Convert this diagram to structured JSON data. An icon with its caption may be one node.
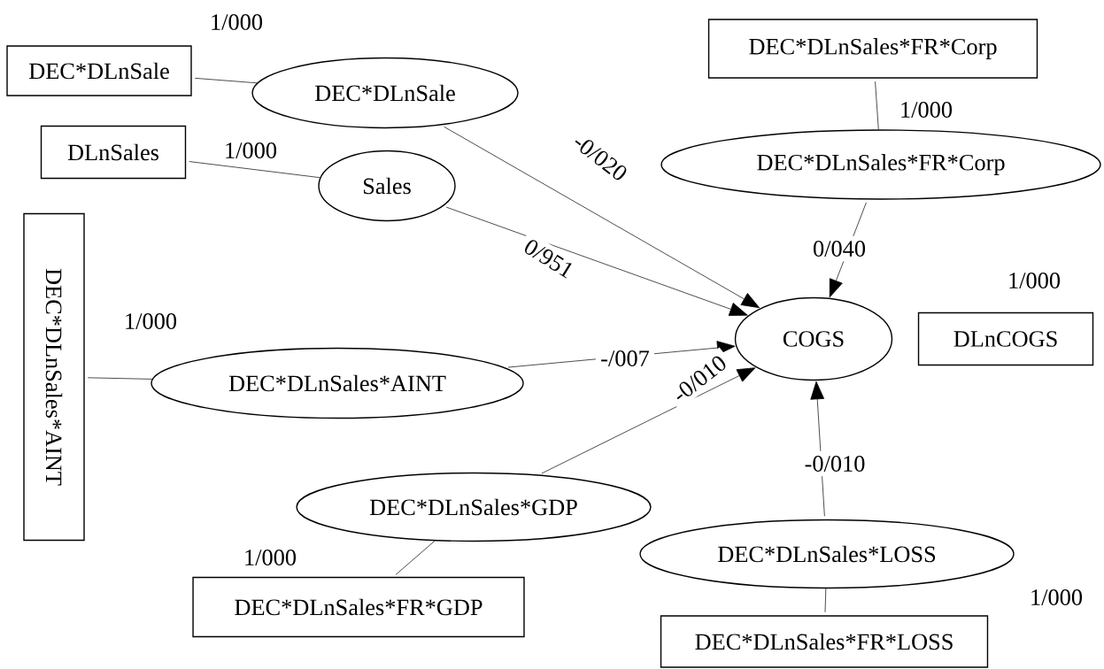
{
  "diagram": {
    "nodes": [
      {
        "text": [
          "DEC*DLnSale"
        ]
      },
      {
        "text": [
          "DEC*DLnSale"
        ]
      },
      {
        "text": [
          "DLnSales"
        ]
      },
      {
        "text": [
          "Sales"
        ]
      },
      {
        "text": [
          "DEC*DLnSales*AINT"
        ]
      },
      {
        "text": [
          "DEC*DLnSales*AINT"
        ]
      },
      {
        "text": [
          "DEC*DLnSales*FR*Corp"
        ]
      },
      {
        "text": [
          "DEC*DLnSales*FR*Corp"
        ]
      },
      {
        "text": [
          "COGS"
        ]
      },
      {
        "text": [
          "DLnCOGS"
        ]
      },
      {
        "text": [
          "DEC*DLnSales*GDP"
        ]
      },
      {
        "text": [
          "DEC*DLnSales*FR*GDP"
        ]
      },
      {
        "text": [
          "DEC*DLnSales*LOSS"
        ]
      },
      {
        "text": [
          "DEC*DLnSales*FR*LOSS"
        ]
      }
    ],
    "edges": [
      {
        "from": 0,
        "to": 1,
        "arrow": "none"
      },
      {
        "from": 2,
        "to": 3,
        "arrow": "none"
      },
      {
        "from": 4,
        "to": 5,
        "arrow": "none"
      },
      {
        "from": 6,
        "to": 7,
        "arrow": "none"
      },
      {
        "from": 11,
        "to": 10,
        "arrow": "none"
      },
      {
        "from": 13,
        "to": 12,
        "arrow": "none"
      },
      {
        "from": 1,
        "to": 8,
        "arrow": "to",
        "label": "-0/020"
      },
      {
        "from": 3,
        "to": 8,
        "arrow": "to",
        "label": "0/951"
      },
      {
        "from": 5,
        "to": 8,
        "arrow": "to",
        "label": "-/007"
      },
      {
        "from": 7,
        "to": 8,
        "arrow": "to",
        "label": "0/040"
      },
      {
        "from": 10,
        "to": 8,
        "arrow": "to",
        "label": "-0/010"
      },
      {
        "from": 12,
        "to": 8,
        "arrow": "to",
        "label": "-0/010"
      }
    ],
    "labels": [
      "1/000",
      "1/000",
      "1/000",
      "1/000",
      "1/000",
      "1/000",
      "1/000"
    ]
  }
}
